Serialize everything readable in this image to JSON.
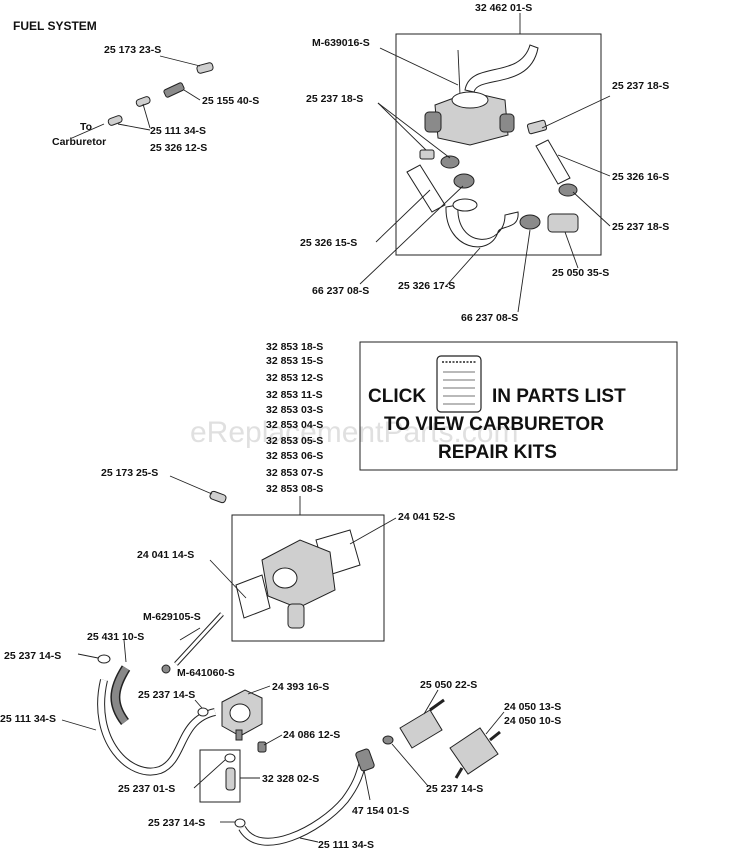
{
  "title": "FUEL SYSTEM",
  "watermark": "eReplacementParts.com",
  "note": {
    "line1_left": "CLICK",
    "line1_right": "IN PARTS LIST",
    "line2": "TO VIEW CARBURETOR",
    "line3": "REPAIR KITS"
  },
  "annotations": {
    "to_carburetor_1": "To",
    "to_carburetor_2": "Carburetor"
  },
  "labels": {
    "l_25173_23": "25 173 23-S",
    "l_25155_40": "25 155 40-S",
    "l_25111_34_a": "25 111 34-S",
    "l_25326_12": "25 326 12-S",
    "l_3246201": "32 462 01-S",
    "l_m639016": "M-639016-S",
    "l_25237_18_a": "25 237 18-S",
    "l_25237_18_b": "25 237 18-S",
    "l_25326_16": "25 326 16-S",
    "l_25237_18_c": "25 237 18-S",
    "l_25326_15": "25 326 15-S",
    "l_25050_35": "25 050 35-S",
    "l_66237_08_a": "66 237 08-S",
    "l_25326_17": "25 326 17-S",
    "l_66237_08_b": "66 237 08-S",
    "l_32853_18": "32 853 18-S",
    "l_32853_15": "32 853 15-S",
    "l_32853_12": "32 853 12-S",
    "l_32853_11": "32 853 11-S",
    "l_32853_03": "32 853 03-S",
    "l_32853_04": "32 853 04-S",
    "l_32853_05": "32 853 05-S",
    "l_32853_06": "32 853 06-S",
    "l_32853_07": "32 853 07-S",
    "l_32853_08": "32 853 08-S",
    "l_25173_25": "25 173 25-S",
    "l_24041_52": "24 041 52-S",
    "l_24041_14": "24 041 14-S",
    "l_m629105": "M-629105-S",
    "l_25431_10": "25 431 10-S",
    "l_25237_14_a": "25 237 14-S",
    "l_m641060": "M-641060-S",
    "l_24393_16": "24 393 16-S",
    "l_25237_14_b": "25 237 14-S",
    "l_25050_22": "25 050 22-S",
    "l_24050_13": "24 050 13-S",
    "l_24050_10": "24 050 10-S",
    "l_25111_34_b": "25 111 34-S",
    "l_24086_12": "24 086 12-S",
    "l_25237_01": "25 237 01-S",
    "l_32328_02": "32 328 02-S",
    "l_25237_14_c": "25 237 14-S",
    "l_47154_01": "47 154 01-S",
    "l_25237_14_d": "25 237 14-S",
    "l_25111_34_c": "25 111 34-S"
  }
}
